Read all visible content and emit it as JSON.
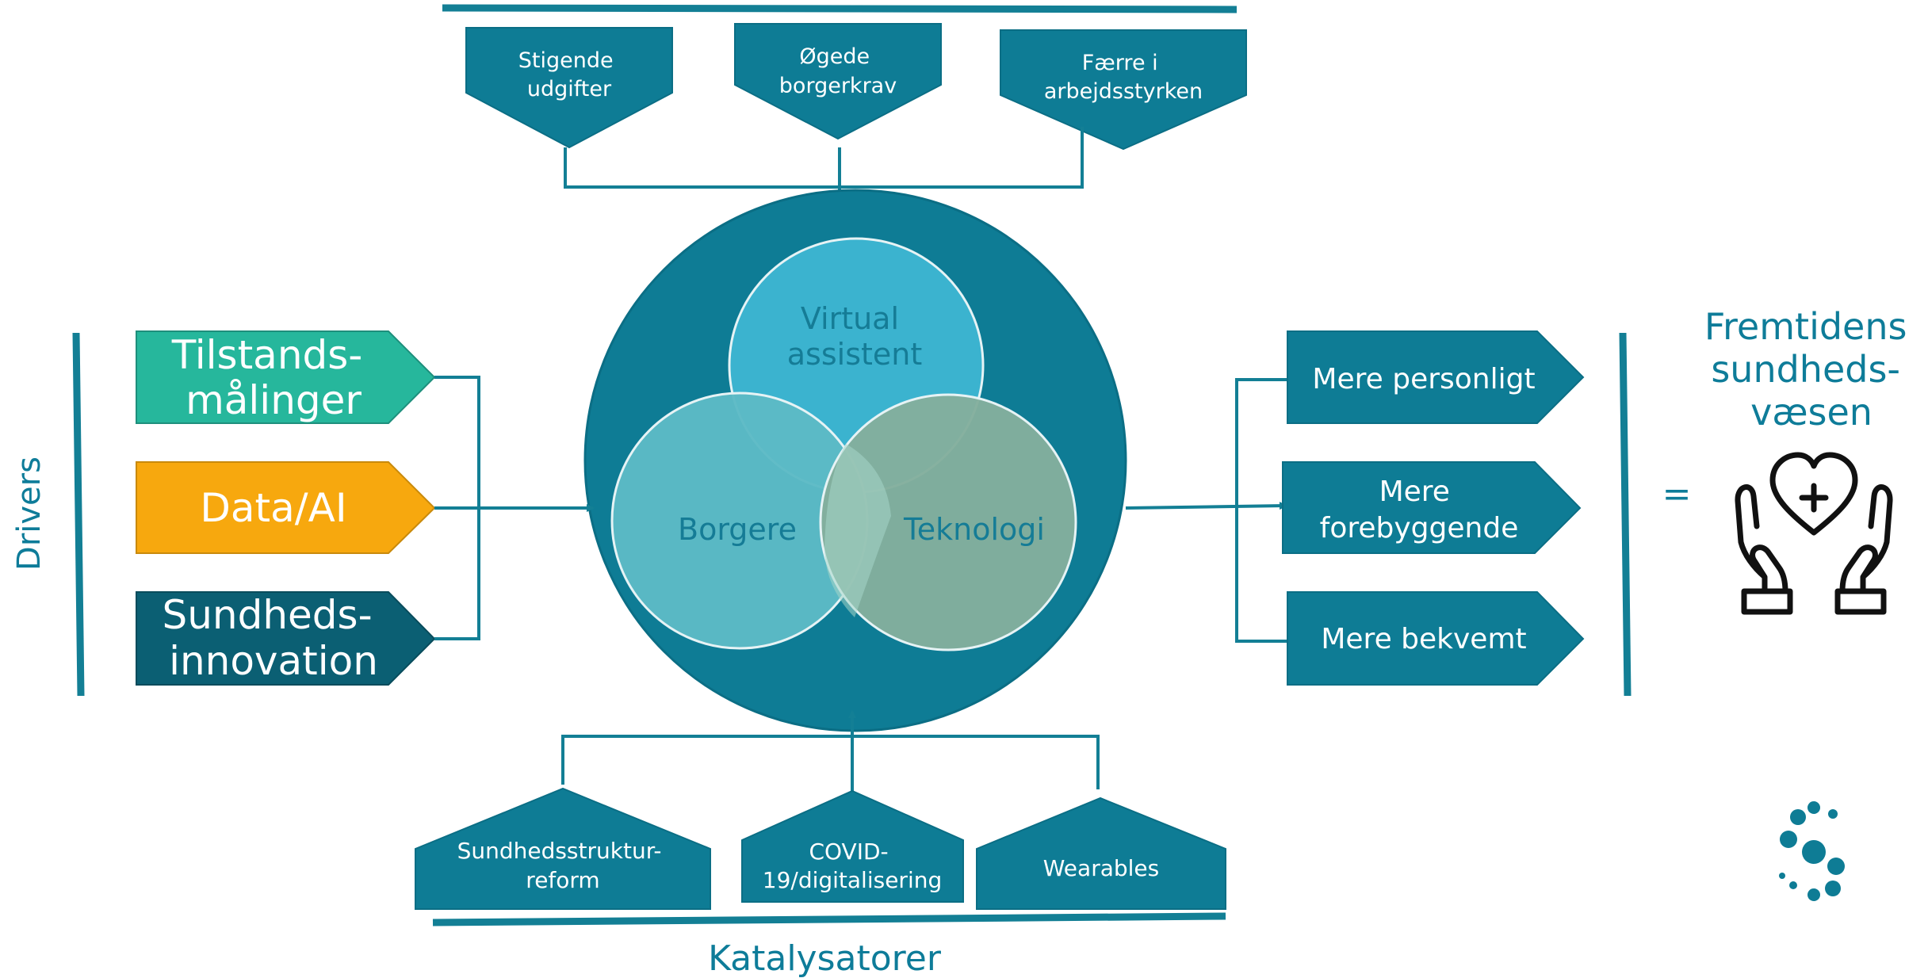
{
  "colors": {
    "teal_dark": "#0E7490",
    "teal_mid": "#0F869E",
    "line": "#137F95",
    "circle_bg": "#0E7C95",
    "label_blue": "#0E7C99",
    "green": "#26B79C",
    "orange": "#F7A80E",
    "deep_teal": "#0B5F73",
    "venn_top": "#3BB3CF",
    "venn_left": "#5CBAC5",
    "venn_right": "#83AE9D"
  },
  "top_boxes": [
    {
      "lines": [
        "Stigende",
        "udgifter"
      ]
    },
    {
      "lines": [
        "Øgede",
        "borgerkrav"
      ]
    },
    {
      "lines": [
        "Færre i",
        "arbejdsstyrken"
      ]
    }
  ],
  "drivers": {
    "label": "Drivers",
    "items": [
      {
        "lines": [
          "Tilstands-",
          "målinger"
        ],
        "color": "#26B79C"
      },
      {
        "lines": [
          "Data/AI"
        ],
        "color": "#F7A80E"
      },
      {
        "lines": [
          "Sundheds-",
          "innovation"
        ],
        "color": "#0B5F73"
      }
    ]
  },
  "venn": {
    "top": "Virtual",
    "top2": "assistent",
    "left": "Borgere",
    "right": "Teknologi"
  },
  "outcomes": [
    {
      "lines": [
        "Mere personligt"
      ]
    },
    {
      "lines": [
        "Mere",
        "forebyggende"
      ]
    },
    {
      "lines": [
        "Mere bekvemt"
      ]
    }
  ],
  "result": {
    "equals": "=",
    "lines": [
      "Fremtidens",
      "sundheds-",
      "væsen"
    ],
    "icon": "hands-heart-icon"
  },
  "catalysts": {
    "label": "Katalysatorer",
    "items": [
      {
        "lines": [
          "Sundhedsstruktur-",
          "reform"
        ]
      },
      {
        "lines": [
          "COVID-",
          "19/digitalisering"
        ]
      },
      {
        "lines": [
          "Wearables"
        ]
      }
    ]
  },
  "logo": "dots-logo-icon"
}
